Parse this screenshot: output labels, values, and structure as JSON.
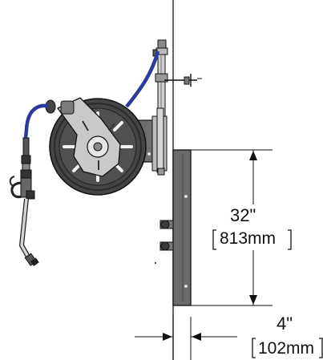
{
  "dimensions": {
    "height_imperial": "32\"",
    "height_metric": "813mm",
    "depth_imperial": "4\"",
    "depth_metric": "102mm"
  },
  "colors": {
    "hose": "#2b3a9c",
    "reel_body": "#444444",
    "reel_cover": "#bdbdbd",
    "outline": "#111111"
  }
}
